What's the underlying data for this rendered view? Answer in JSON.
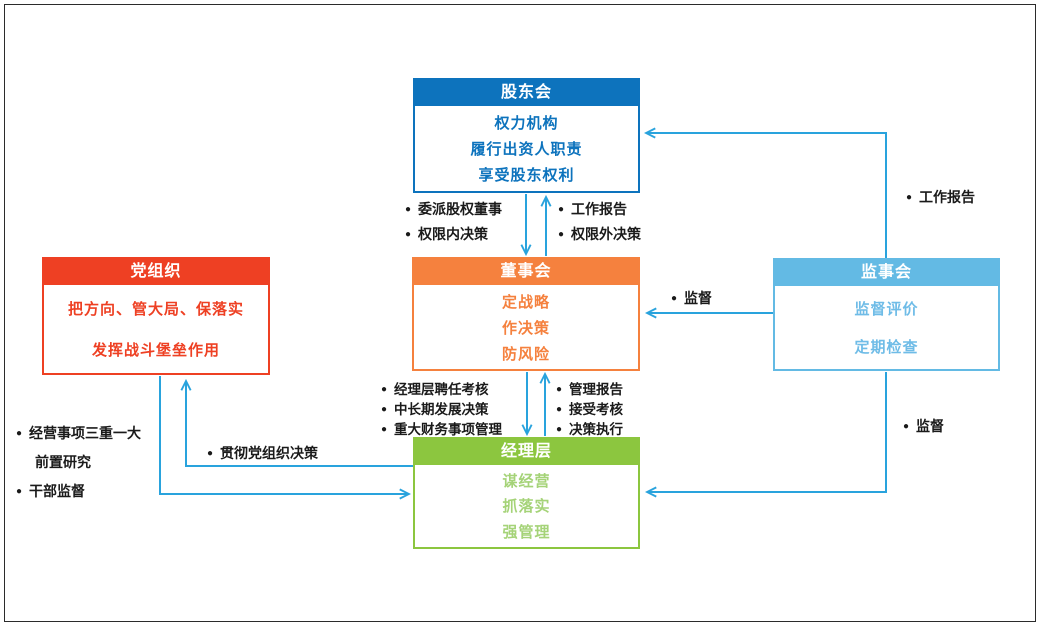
{
  "ui": {
    "bullet": "●"
  },
  "diagram": {
    "boxes": {
      "shareholders": {
        "title": "股东会",
        "lines": [
          "权力机构",
          "履行出资人职责",
          "享受股东权利"
        ],
        "color": "#0d73bd"
      },
      "party": {
        "title": "党组织",
        "lines": [
          "把方向、管大局、保落实",
          "发挥战斗堡垒作用"
        ],
        "color": "#ee4023"
      },
      "board": {
        "title": "董事会",
        "lines": [
          "定战略",
          "作决策",
          "防风险"
        ],
        "color": "#f5813e"
      },
      "supervisors": {
        "title": "监事会",
        "lines": [
          "监督评价",
          "定期检查"
        ],
        "color": "#63bae4"
      },
      "management": {
        "title": "经理层",
        "lines": [
          "谋经营",
          "抓落实",
          "强管理"
        ],
        "color": "#8cc63f",
        "text_color": "#a5d378"
      }
    },
    "labels": {
      "delegate": {
        "items": [
          "委派股权董事",
          "权限内决策"
        ]
      },
      "report_up": {
        "items": [
          "工作报告",
          "权限外决策"
        ]
      },
      "board_down": {
        "items": [
          "经理层聘任考核",
          "中长期发展决策",
          "重大财务事项管理"
        ]
      },
      "mgmt_up": {
        "items": [
          "管理报告",
          "接受考核",
          "决策执行"
        ]
      },
      "party_side": {
        "items": [
          "经营事项三重一大",
          "前置研究",
          "干部监督"
        ]
      },
      "work_report": "工作报告",
      "supervise_board": "监督",
      "supervise_mgmt": "监督",
      "implement_party": "贯彻党组织决策"
    },
    "colors": {
      "line": "#29a3dd",
      "label_text": "#1a1a1a",
      "frame": "#2b2b2b"
    }
  }
}
